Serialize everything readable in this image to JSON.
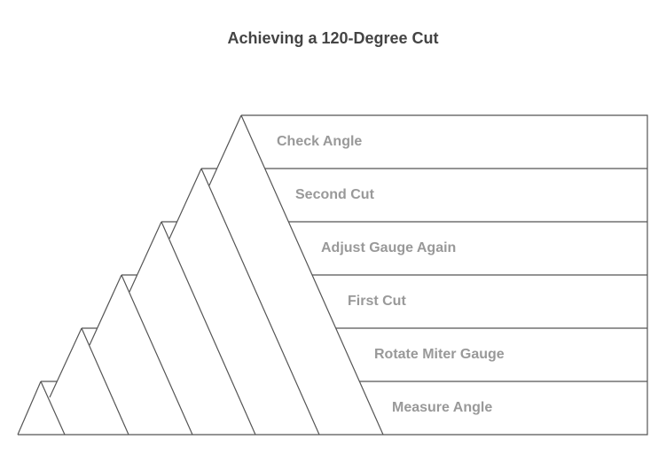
{
  "title": "Achieving a 120-Degree Cut",
  "colors": {
    "title": "#444444",
    "label": "#999999",
    "stroke": "#444444"
  },
  "steps": [
    {
      "label": "Check Angle",
      "level": 6
    },
    {
      "label": "Second Cut",
      "level": 5
    },
    {
      "label": "Adjust Gauge Again",
      "level": 4
    },
    {
      "label": "First Cut",
      "level": 3
    },
    {
      "label": "Rotate Miter Gauge",
      "level": 2
    },
    {
      "label": "Measure Angle",
      "level": 1
    }
  ]
}
